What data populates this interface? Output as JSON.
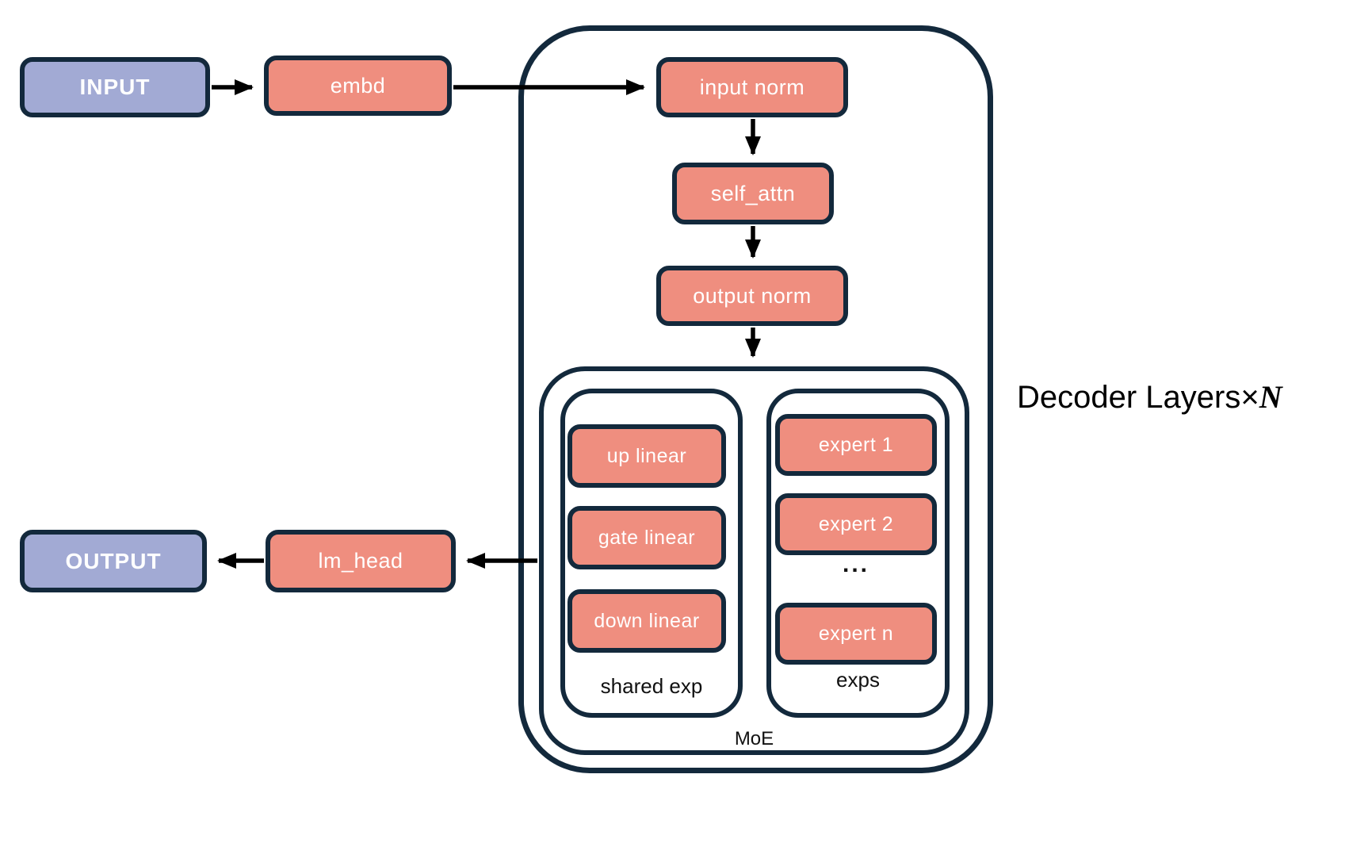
{
  "diagram": {
    "title_label": {
      "prefix": "Decoder Layers",
      "times": "×",
      "n": "N"
    },
    "io_nodes": {
      "input": "INPUT",
      "output": "OUTPUT"
    },
    "module_nodes": {
      "embd": "embd",
      "input_norm": "input norm",
      "self_attn": "self_attn",
      "output_norm": "output norm",
      "lm_head": "lm_head",
      "up_linear": "up linear",
      "gate_linear": "gate linear",
      "down_linear": "down linear",
      "expert_1": "expert 1",
      "expert_2": "expert 2",
      "expert_n": "expert n"
    },
    "ellipsis": "...",
    "group_labels": {
      "shared_exp": "shared exp",
      "exps": "exps",
      "moe": "MoE"
    },
    "colors": {
      "module_fill": "#ef8e7f",
      "io_fill": "#a2aad4",
      "border": "#13293c",
      "arrow": "#000000",
      "box_text": "#ffffff",
      "caption_text": "#111111",
      "background": "#ffffff"
    }
  }
}
